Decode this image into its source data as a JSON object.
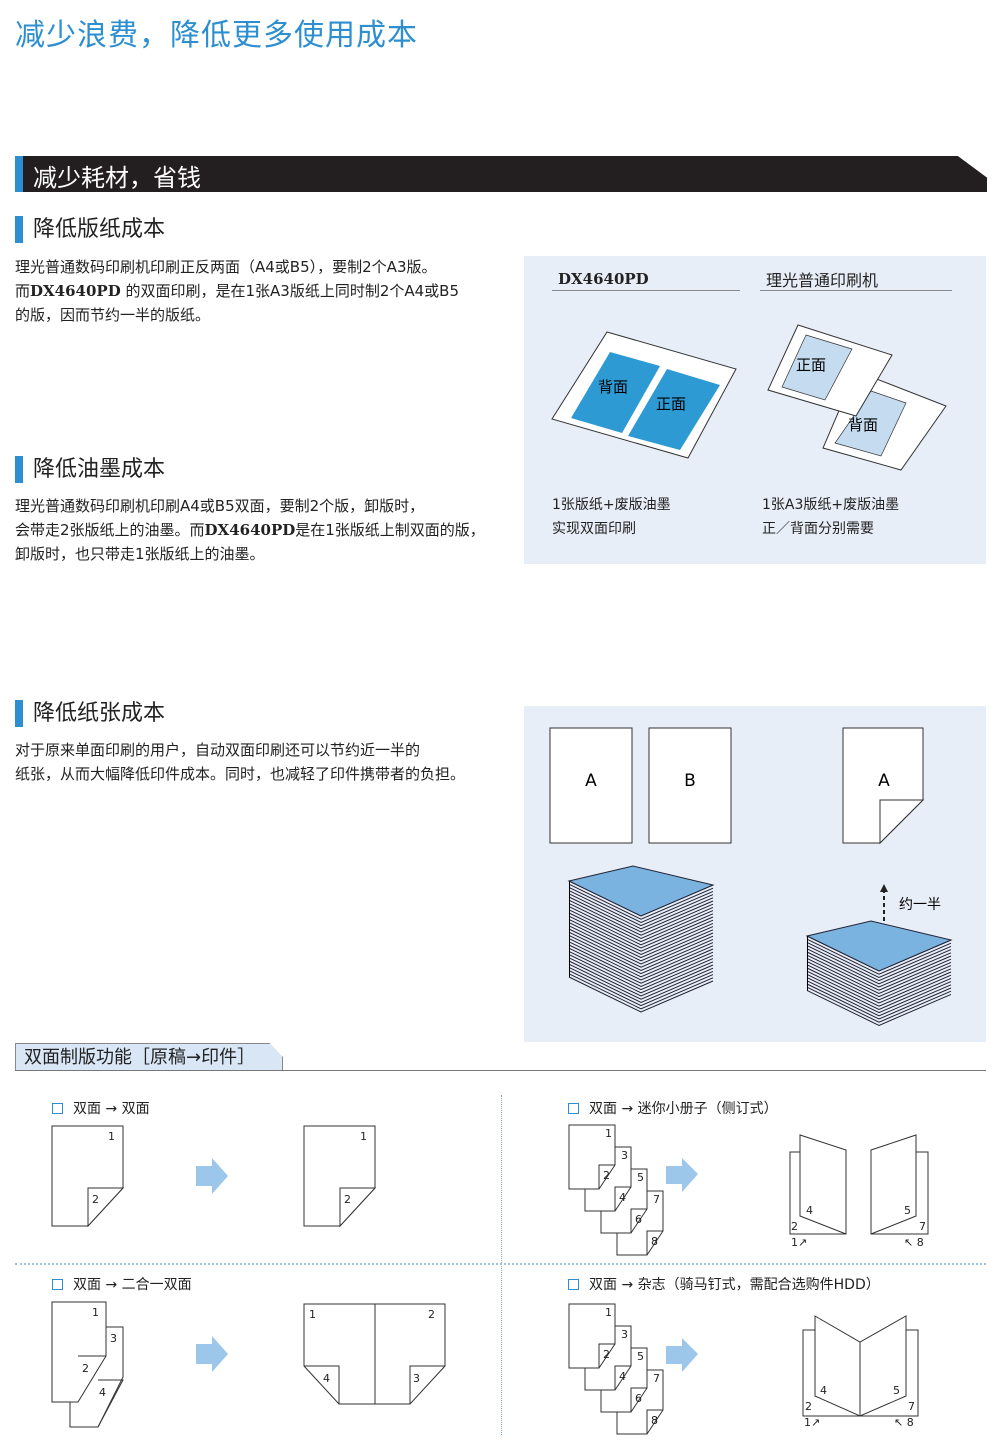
{
  "title": "减少浪费，降低更多使用成本",
  "banner": "减少耗材，省钱",
  "sec1": {
    "heading": "降低版纸成本",
    "lines": [
      "理光普通数码印刷机印刷正反两面（A4或B5），要制2个A3版。",
      "而",
      "DX4640PD",
      "的双面印刷，是在1张A3版纸上同时制2个A4或B5",
      "的版，因而节约一半的版纸。"
    ]
  },
  "sec2": {
    "heading": "降低油墨成本",
    "lines": [
      "理光普通数码印刷机印刷A4或B5双面，要制2个版，卸版时，",
      "会带走2张版纸上的油墨。而",
      "DX4640PD",
      "是在1张版纸上制双面的版，",
      "卸版时，也只带走1张版纸上的油墨。"
    ]
  },
  "sec3": {
    "heading": "降低纸张成本",
    "lines": [
      "对于原来单面印刷的用户，自动双面印刷还可以节约近一半的",
      "纸张，从而大幅降低印件成本。同时，也减轻了印件携带者的负担。"
    ]
  },
  "panel1": {
    "left": {
      "title": "DX4640PD",
      "back": "背面",
      "front": "正面",
      "cap1": "1张版纸+废版油墨",
      "cap2": "实现双面印刷"
    },
    "right": {
      "title": "理光普通印刷机",
      "front": "正面",
      "back": "背面",
      "cap1": "1张A3版纸+废版油墨",
      "cap2": "正／背面分别需要"
    }
  },
  "panel2": {
    "sheetA": "A",
    "sheetB": "B",
    "duplexA": "A",
    "half": "约一半"
  },
  "duplex": {
    "tab": "双面制版功能［原稿→印件］",
    "q1": "双面 → 双面",
    "q2": "双面 → 迷你小册子（侧订式）",
    "q3": "双面 → 二合一双面",
    "q4": "双面 → 杂志（骑马钉式，需配合选购件HDD）",
    "p": [
      "1",
      "2",
      "3",
      "4",
      "5",
      "6",
      "7",
      "8"
    ],
    "arrow1": "1↗",
    "arrow8": "↖ 8"
  },
  "colors": {
    "accent": "#2d8fd0",
    "panel": "#e8eef8",
    "plate": "#2e9ad4",
    "lightplate": "#c5dcf0"
  }
}
